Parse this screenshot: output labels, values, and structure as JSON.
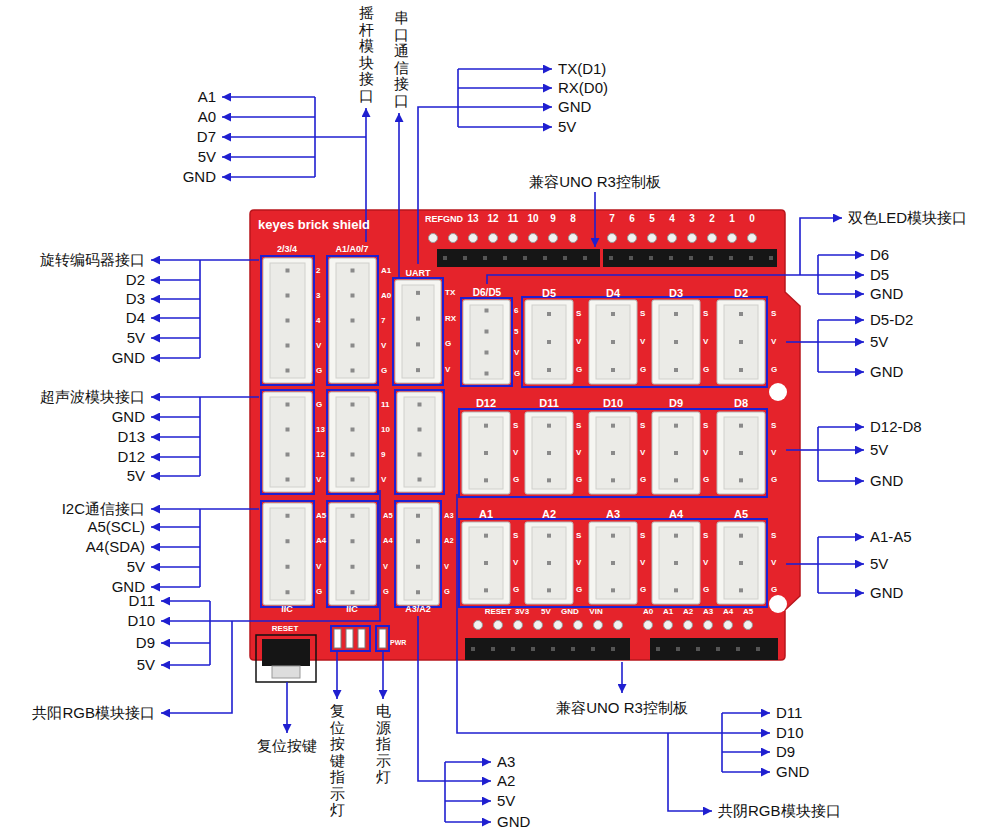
{
  "diagram": {
    "nodes": [
      {
        "text": [
          "keyes brick shield",
          "REFGND",
          "13",
          "12",
          "11",
          "10",
          "9",
          "8",
          "7",
          "6",
          "5",
          "4",
          "3",
          "2",
          "1",
          "0",
          "2/3/4",
          "A1/A0/7",
          "UART",
          "D6/D5",
          "D5",
          "D4",
          "D3",
          "D2",
          "D12",
          "D11",
          "D10",
          "D9",
          "D8",
          "A1",
          "A2",
          "A3",
          "A4",
          "A5",
          "2",
          "3",
          "4",
          "V",
          "G",
          "A1",
          "A0",
          "7",
          "V",
          "G",
          "TX",
          "RX",
          "G",
          "V",
          "6",
          "5",
          "V",
          "G",
          "G",
          "13",
          "12",
          "V",
          "11",
          "10",
          "9",
          "V",
          "A5",
          "A4",
          "V",
          "G",
          "A5",
          "A4",
          "V",
          "G",
          "A3",
          "A2",
          "V",
          "G",
          "IIC",
          "IIC",
          "A3/A2",
          "S",
          "V",
          "G",
          "S",
          "V",
          "G",
          "S",
          "V",
          "G",
          "S",
          "V",
          "G",
          "S",
          "V",
          "G",
          "S",
          "V",
          "G",
          "S",
          "V",
          "G",
          "S",
          "V",
          "G",
          "S",
          "V",
          "G",
          "S",
          "V",
          "G",
          "S",
          "V",
          "G",
          "S",
          "V",
          "G",
          "S",
          "V",
          "G",
          "S",
          "V",
          "G",
          "RESET",
          "3V3",
          "5V",
          "GND",
          "VIN",
          "A0",
          "A1",
          "A2",
          "A3",
          "A4",
          "A5",
          "RESET",
          "PWR"
        ]
      }
    ],
    "labels": [
      "A1",
      "A0",
      "D7",
      "5V",
      "GND",
      "摇杆模块接口",
      "串口通信接口",
      "TX(D1)",
      "RX(D0)",
      "GND",
      "5V",
      "兼容UNO R3控制板",
      "双色LED模块接口",
      "D6",
      "D5",
      "GND",
      "D5-D2",
      "5V",
      "GND",
      "D12-D8",
      "5V",
      "GND",
      "A1-A5",
      "5V",
      "GND",
      "旋转编码器接口",
      "D2",
      "D3",
      "D4",
      "5V",
      "GND",
      "超声波模块接口",
      "GND",
      "D13",
      "D12",
      "5V",
      "I2C通信接口",
      "A5(SCL)",
      "A4(SDA)",
      "5V",
      "GND",
      "D11",
      "D10",
      "D9",
      "5V",
      "共阳RGB模块接口",
      "复位按键",
      "复位按键指示灯",
      "电源指示灯",
      "兼容UNO R3控制板",
      "D11",
      "D10",
      "D9",
      "GND",
      "共阴RGB模块接口",
      "A3",
      "A2",
      "5V",
      "GND"
    ]
  }
}
